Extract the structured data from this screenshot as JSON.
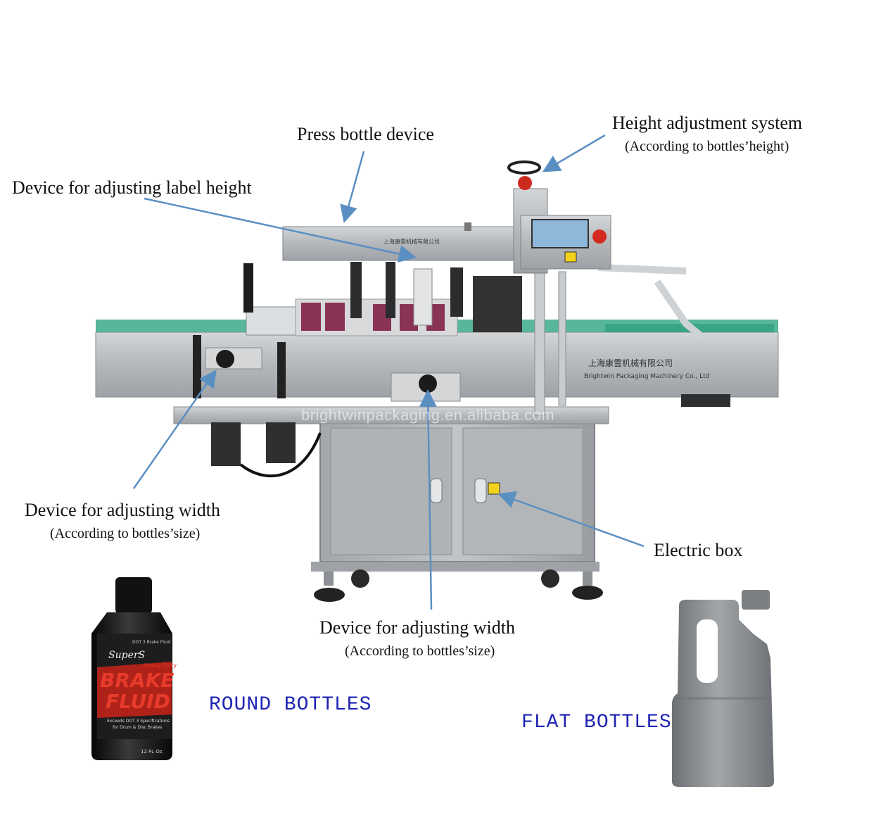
{
  "callouts": {
    "press_bottle": "Press bottle device",
    "height_adjust": "Height adjustment system",
    "height_adjust_sub": "(According to bottles’height)",
    "label_height": "Device for adjusting label height",
    "width_left": "Device for adjusting width",
    "width_left_sub": "(According to bottles’size)",
    "electric_box": "Electric box",
    "width_bottom": "Device for adjusting width",
    "width_bottom_sub": "(According to bottles’size)"
  },
  "captions": {
    "round": "ROUND BOTTLES",
    "flat": "FLAT BOTTLES"
  },
  "machine": {
    "brand_cn": "上海康雲机械有限公司",
    "brand_en": "Brightwin Packaging Machinery Co., Ltd",
    "watermark": "brightwinpackaging.en.alibaba.com"
  },
  "round_bottle": {
    "brand": "SuperS",
    "line1": "BRAKE",
    "line2": "FLUID",
    "dot": "DOT 3 Brake Fluid",
    "heavy": "Heavy Duty",
    "spec1": "Exceeds DOT 3 Specifications",
    "spec2": "for Drum & Disc Brakes",
    "volume": "12 FL Oz."
  },
  "colors": {
    "arrow": "#5b8fc2",
    "caption_blue": "#1e23b4",
    "steel": "#b9bcbf",
    "conveyor": "#3aa98a",
    "bottle_black": "#1a1a1a",
    "bottle_red": "#c0231a",
    "gray_bottle": "#8b8e91"
  }
}
